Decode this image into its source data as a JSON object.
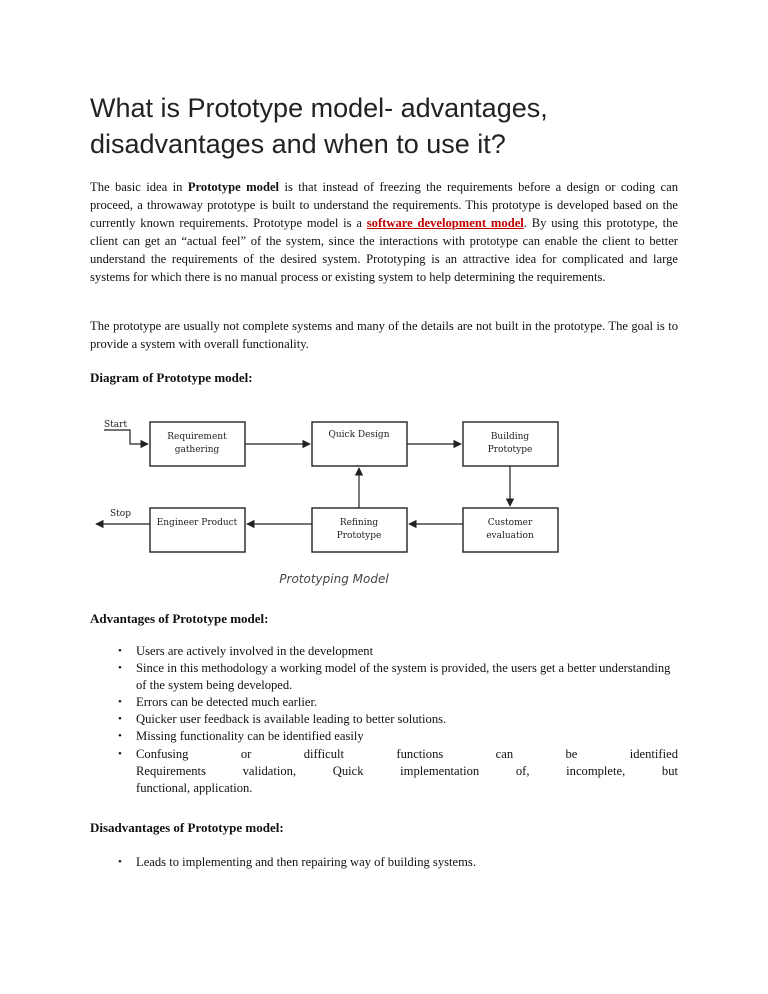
{
  "title": {
    "line1": "What is Prototype model- advantages,",
    "line2": "disadvantages and when to use it?"
  },
  "intro": {
    "p1_part1": "The basic idea in ",
    "p1_bold": "Prototype model",
    "p1_part2": " is that instead of freezing the requirements before a design or coding can proceed, a throwaway prototype is built to understand the requirements. This prototype is developed based on the currently known requirements. Prototype model is a ",
    "p1_link": "software development model",
    "p1_part3": ". By using this prototype, the client can get an “actual feel” of the system, since the interactions with prototype can enable the client to better understand the requirements of the desired system. Prototyping is an attractive idea for complicated and large systems for which there is no manual process or existing system to help determining the requirements.",
    "p2": "The prototype are usually not complete systems and many of the details are not built in the prototype. The goal is to provide a system with overall functionality."
  },
  "diagram": {
    "heading": "Diagram of Prototype model:",
    "start_label": "Start",
    "stop_label": "Stop",
    "box_requirement_l1": "Requirement",
    "box_requirement_l2": "gathering",
    "box_quick_design": "Quick Design",
    "box_building_l1": "Building",
    "box_building_l2": "Prototype",
    "box_engineer": "Engineer Product",
    "box_refining_l1": "Refining",
    "box_refining_l2": "Prototype",
    "box_customer_l1": "Customer",
    "box_customer_l2": "evaluation",
    "caption": "Prototyping Model"
  },
  "advantages": {
    "heading": "Advantages of Prototype model:",
    "items": [
      "Users are actively involved in the development",
      "Since in this methodology a working model of the system is provided, the users get a better understanding of the system being developed.",
      "Errors can be detected much earlier.",
      "Quicker user feedback is available leading to better solutions.",
      "Missing functionality can be identified easily",
      "Confusing or difficult functions can be identified",
      "Requirements validation, Quick implementation of, incomplete, but",
      "functional, application."
    ]
  },
  "disadvantages": {
    "heading": "Disadvantages of Prototype model:",
    "items": [
      "Leads to implementing and then repairing way of building systems."
    ]
  },
  "bullet_glyph": "•"
}
